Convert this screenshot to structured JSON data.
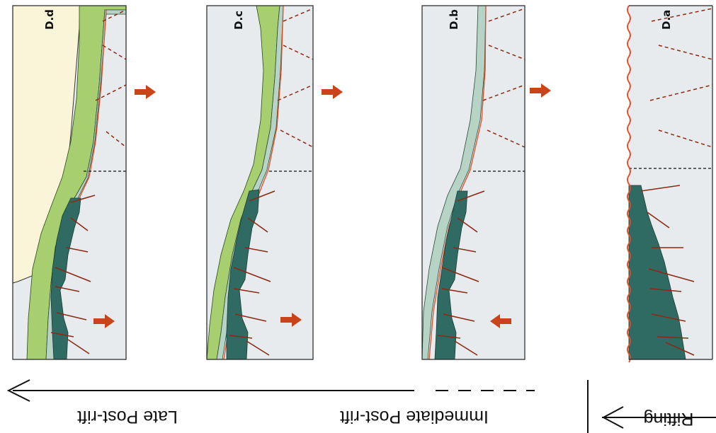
{
  "panels": [
    {
      "label": "D.d"
    },
    {
      "label": "D.c"
    },
    {
      "label": "D.b"
    },
    {
      "label": "D.a"
    }
  ],
  "phases": {
    "late": "Late Post-rift",
    "immediate": "Immediate Post-rift",
    "rifting": "Rifting"
  },
  "colors": {
    "basement": "#e8ebee",
    "synrift_fill": "#2f6b63",
    "postrift_green": "#a7cf6f",
    "blue_green_layer": "#b7d3c5",
    "cream_layer": "#faf5d8",
    "fault_line": "#8b2a14",
    "unconformity": "#e44a22",
    "motion_arrow": "#c9431b"
  },
  "icons": {
    "motion_arrow": "arrow-icon",
    "timeline_arrow": "arrow-left-icon"
  }
}
